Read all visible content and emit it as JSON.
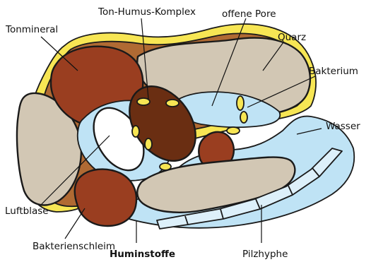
{
  "labels": {
    "tonmineral": "Tonmineral",
    "ton_humus_komplex": "Ton-Humus-Komplex",
    "offene_pore": "offene Pore",
    "quarz": "Quarz",
    "bakterium": "Bakterium",
    "wasser": "Wasser",
    "luftblase": "Luftblase",
    "bakterienschleim": "Bakterienschleim",
    "huminstoffe": "Huminstoffe",
    "pilzhyphe": "Pilzhyphe"
  },
  "colors": {
    "quartz": "#d2c7b4",
    "clay_mineral": "#9a3e20",
    "humus_brown": "#b06a33",
    "clay_humus_complex": "#6a2e12",
    "water": "#bfe3f5",
    "bacteria_slime": "#f7e654",
    "air_bubble": "#ffffff",
    "hypha": "#ddf0fa"
  }
}
